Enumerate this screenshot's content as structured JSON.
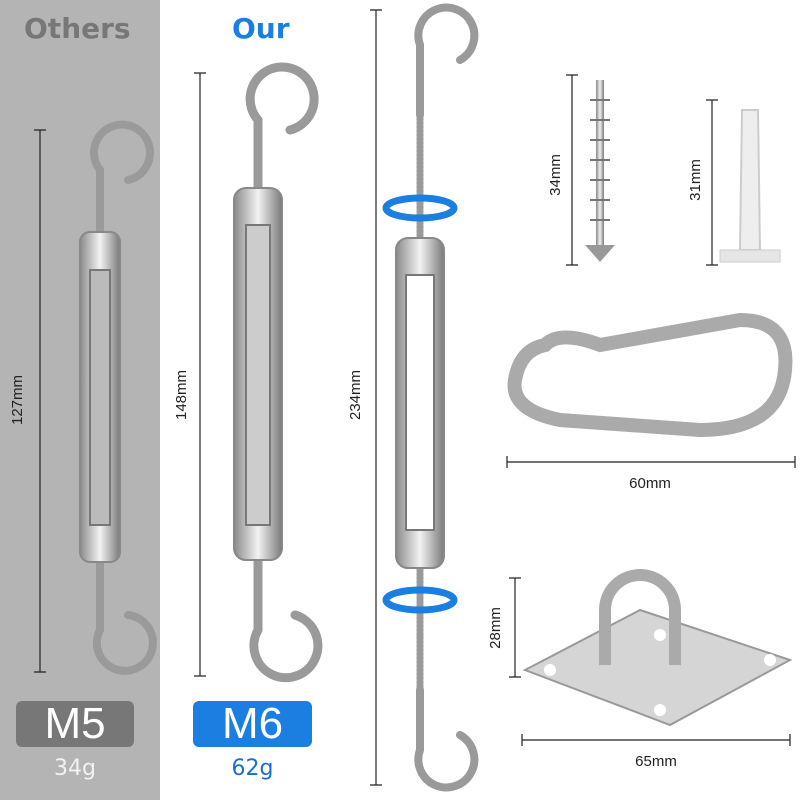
{
  "header": {
    "others": "Others",
    "our": "Our"
  },
  "badges": {
    "m5": {
      "label": "M5",
      "weight": "34g"
    },
    "m6": {
      "label": "M6",
      "weight": "62g"
    }
  },
  "dimensions": {
    "d127": "127mm",
    "d148": "148mm",
    "d234": "234mm",
    "d34": "34mm",
    "d31": "31mm",
    "d60": "60mm",
    "d28": "28mm",
    "d65": "65mm"
  },
  "colors": {
    "blue": "#1a7fe0",
    "grey_panel": "#b4b4b4",
    "dark_badge": "#777777"
  }
}
